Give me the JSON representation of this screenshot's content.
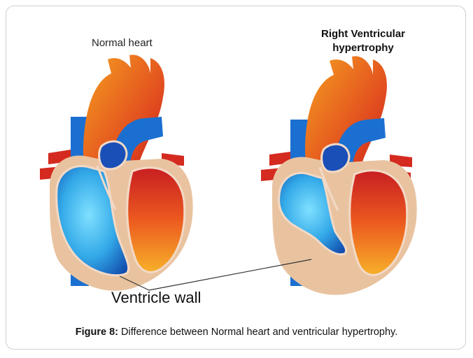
{
  "labels": {
    "normal_heart": "Normal heart",
    "rvh_line1": "Right Ventricular",
    "rvh_line2": "hypertrophy",
    "ventricle_wall": "Ventricle wall"
  },
  "caption": {
    "prefix": "Figure 8:",
    "text": " Difference between Normal heart and ventricular hypertrophy."
  },
  "colors": {
    "wall": "#e9c3a0",
    "aorta_red": "#d42a1f",
    "aorta_orange": "#f28a1c",
    "vein_blue": "#1b6fd0",
    "chamber_light_blue": "#4cc7f2",
    "outline": "#f3d9c6"
  }
}
